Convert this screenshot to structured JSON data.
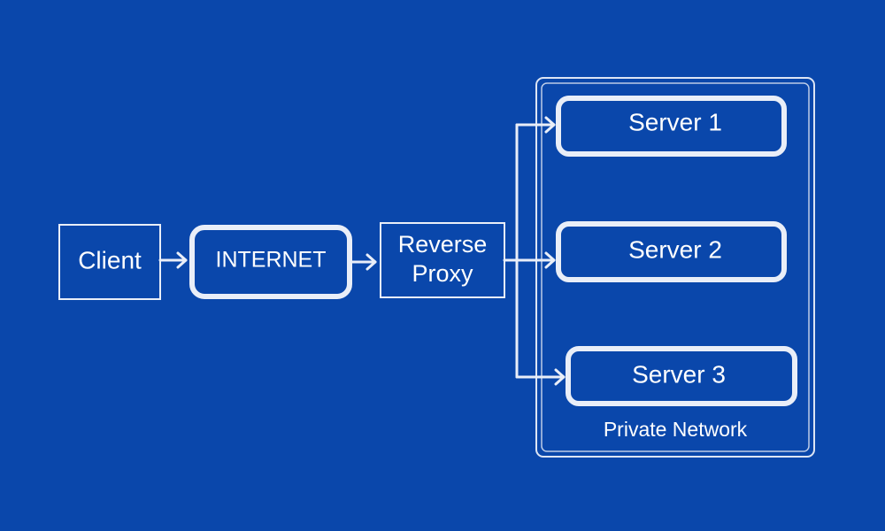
{
  "diagram": {
    "colors": {
      "background": "#0a47ab",
      "stroke": "#e9eef8",
      "text": "#ffffff"
    },
    "nodes": {
      "client": {
        "label": "Client"
      },
      "internet": {
        "label": "INTERNET"
      },
      "reverse_proxy": {
        "label_line1": "Reverse",
        "label_line2": "Proxy"
      },
      "server_1": {
        "label": "Server 1"
      },
      "server_2": {
        "label": "Server 2"
      },
      "server_3": {
        "label": "Server 3"
      }
    },
    "group": {
      "label": "Private Network"
    }
  }
}
